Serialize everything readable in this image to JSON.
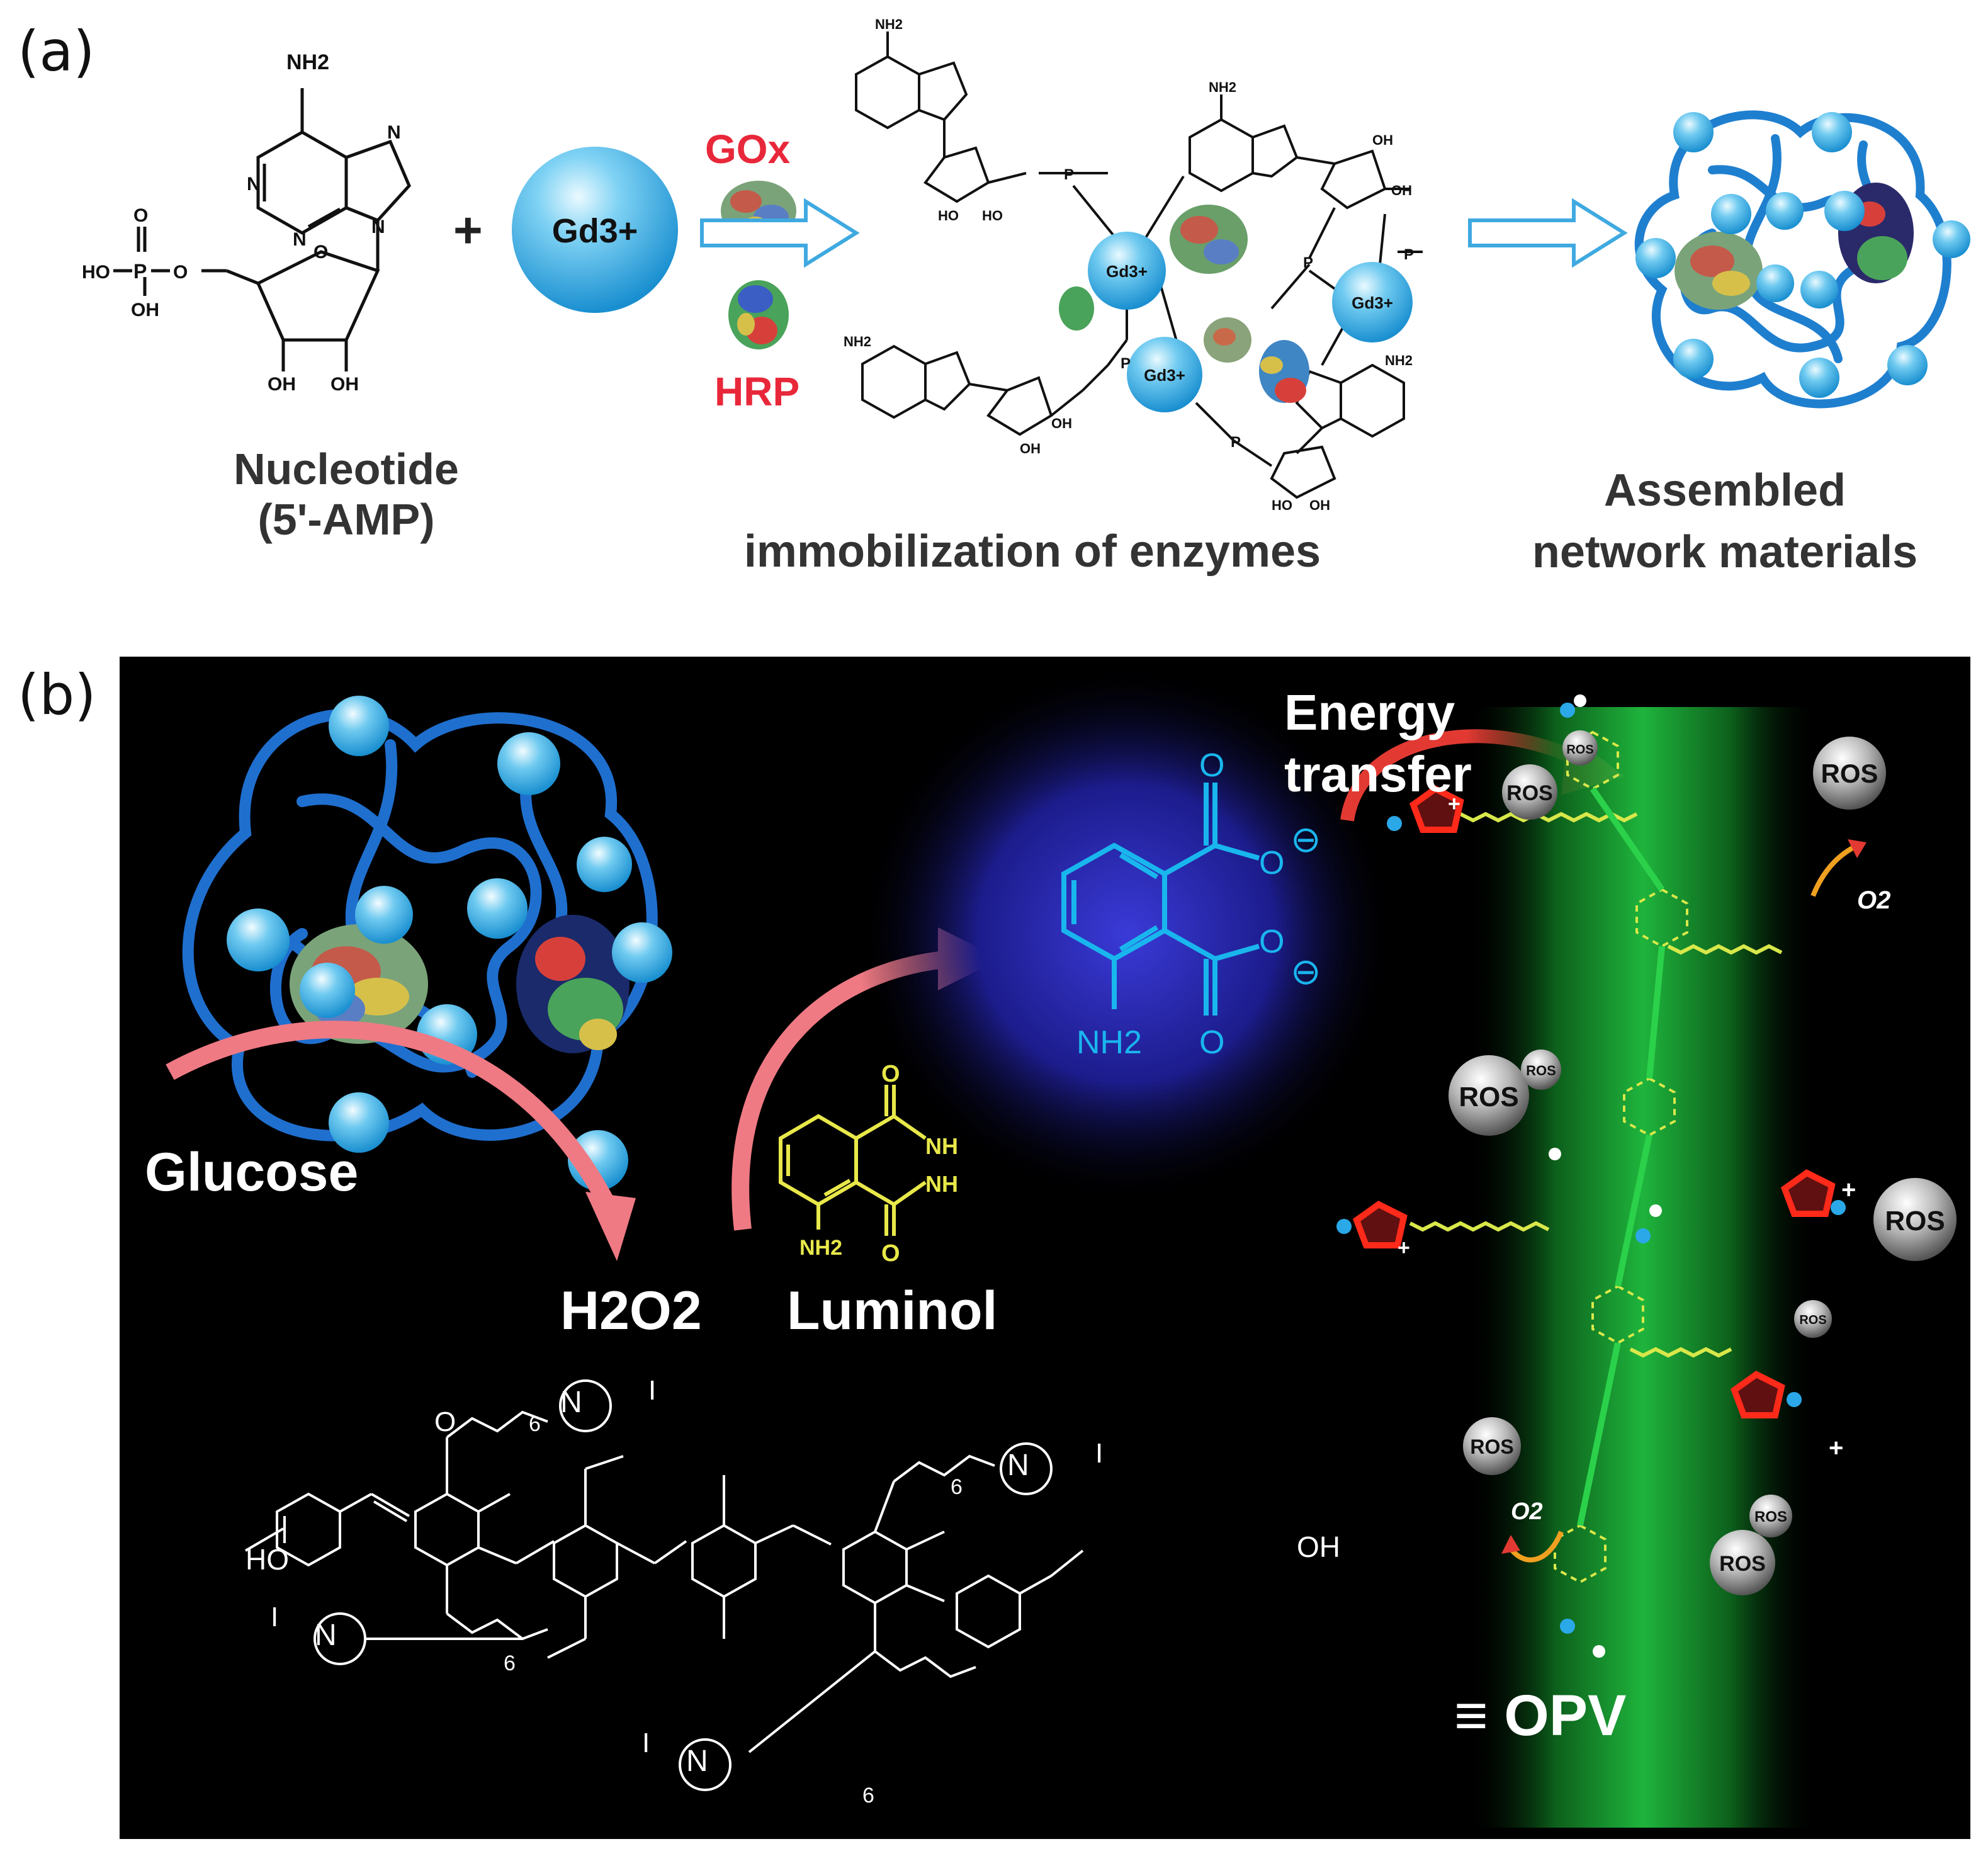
{
  "panel_a": {
    "label": "(a)",
    "nucleotide_title": "Nucleotide",
    "nucleotide_sub": "(5'-AMP)",
    "plus": "+",
    "gd_ion": "Gd3+",
    "enzyme_1": "GOx",
    "enzyme_2": "HRP",
    "immobilization_caption": "immobilization of enzymes",
    "assembled_line1": "Assembled",
    "assembled_line2": "network materials",
    "atoms": {
      "nh2": "NH2",
      "n": "N",
      "o": "O",
      "oh": "OH",
      "p": "P",
      "ho": "HO",
      "gd": "Gd3+"
    }
  },
  "panel_b": {
    "label": "(b)",
    "glucose": "Glucose",
    "h2o2": "H2O2",
    "luminol": "Luminol",
    "energy_line1": "Energy",
    "energy_line2": "transfer",
    "ros": "ROS",
    "o2": "O2",
    "opv": "≡ OPV",
    "atoms": {
      "o": "O",
      "nh": "NH",
      "nh2": "NH2",
      "ho": "HO",
      "oh": "OH",
      "n": "N",
      "i": "I",
      "six": "6",
      "minus": "⊖",
      "plus": "+"
    }
  },
  "colors": {
    "network_blue": "#1f7fcf",
    "sphere_blue": "#29a8e8",
    "enzyme_red": "#e8283a",
    "arrow_outline": "#3fa9e0",
    "luminol_yellow": "#e8e84a",
    "aminophthalate_cyan": "#19b6ee",
    "glow_green": "#1ec43a",
    "pink_arrow": "#ef7a84",
    "red_arrow": "#e23a32"
  }
}
